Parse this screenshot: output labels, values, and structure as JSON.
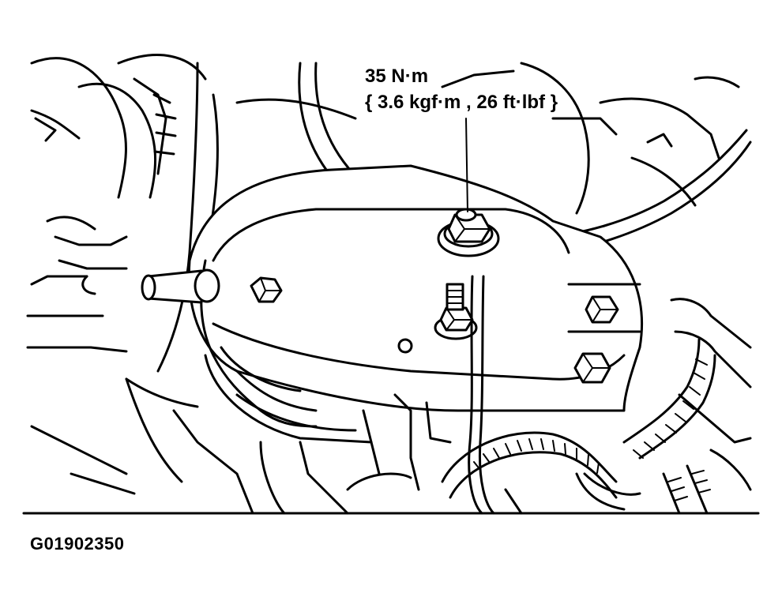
{
  "callout": {
    "torque_nm": "35 N·m",
    "torque_alt": "{ 3.6 kgf·m , 26 ft·lbf }"
  },
  "figure": {
    "id": "G01902350"
  },
  "style": {
    "line_color": "#000000",
    "background": "#ffffff"
  }
}
